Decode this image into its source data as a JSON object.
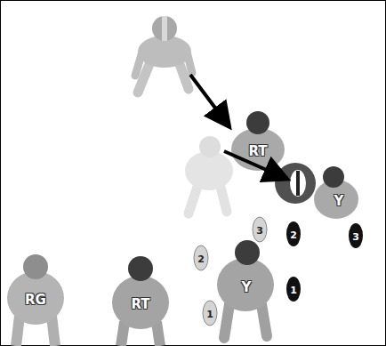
{
  "diagram": {
    "labels": [
      "RT",
      "Y",
      "3",
      "3",
      "2",
      "2",
      "RG",
      "RT",
      "Y",
      "1",
      "1"
    ]
  }
}
